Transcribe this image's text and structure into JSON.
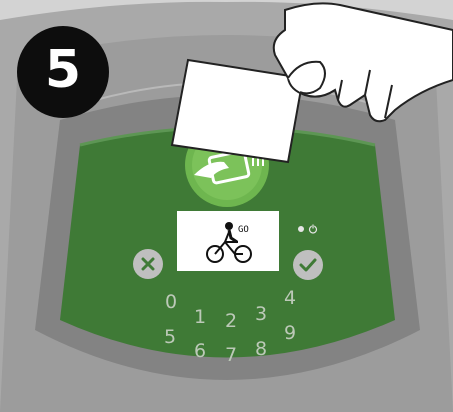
{
  "step": {
    "number": "5"
  },
  "display": {
    "status_text": "GO"
  },
  "keypad": {
    "digits": [
      "0",
      "1",
      "2",
      "3",
      "4",
      "5",
      "6",
      "7",
      "8",
      "9"
    ]
  },
  "colors": {
    "panel_green": "#3f7a36",
    "housing_gray": "#8e8e8e",
    "badge_black": "#0d0d0d"
  },
  "icons": {
    "cancel": "close-icon",
    "confirm": "checkmark-icon",
    "power": "power-icon",
    "card_reader": "card-reader-icon",
    "bike": "bike-icon"
  }
}
